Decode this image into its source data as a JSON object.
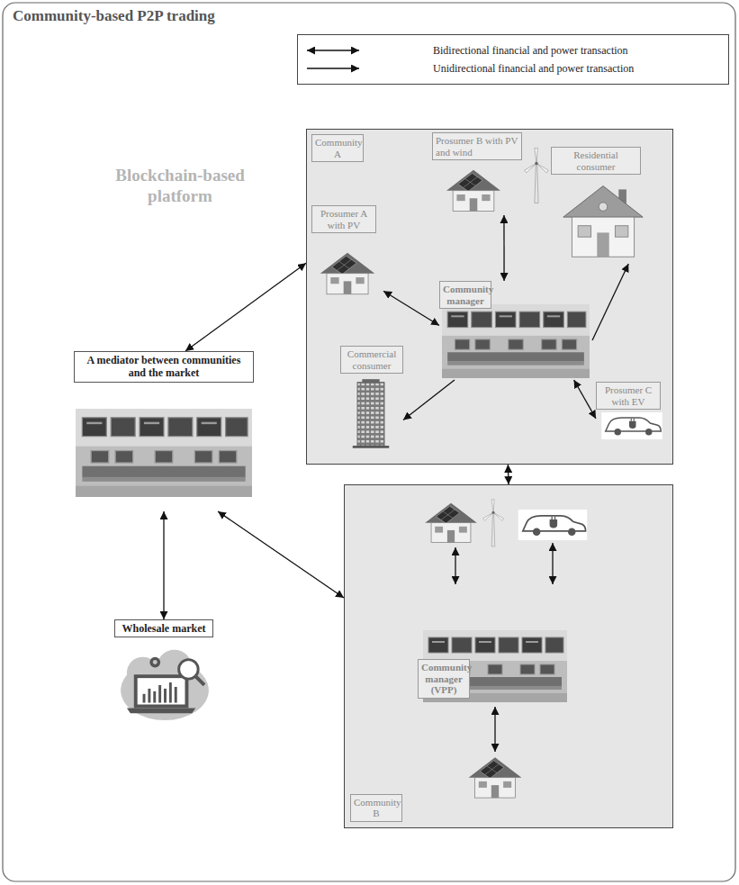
{
  "diagram": {
    "title": "Community-based P2P trading",
    "nodes": [
      {
        "text": [
          "Community A"
        ]
      },
      {
        "text": [
          "Prosumer B with PV and wind"
        ],
        "in": 0
      },
      {
        "text": [
          "Residential consumer"
        ],
        "in": 0
      },
      {
        "text": [
          "Prosumer A with PV"
        ],
        "in": 0
      },
      {
        "text": [
          "Community manager"
        ],
        "in": 0
      },
      {
        "text": [
          "Commercial consumer"
        ],
        "in": 0
      },
      {
        "text": [
          "Prosumer C with EV"
        ],
        "in": 0
      },
      {
        "text": [
          "A mediator between communities and the market"
        ]
      },
      {
        "text": [
          "Community B"
        ]
      },
      {
        "text": [
          "Community manager (VPP)"
        ],
        "in": 8
      },
      {
        "text": [
          "Wholesale market"
        ]
      }
    ],
    "edges": [
      {
        "from": 7,
        "to": 0,
        "arrow": "both"
      },
      {
        "from": 0,
        "to": 8,
        "arrow": "both"
      },
      {
        "from": 7,
        "to": 8,
        "arrow": "both"
      },
      {
        "from": 7,
        "to": 10,
        "arrow": "both"
      },
      {
        "from": 1,
        "to": 4,
        "arrow": "both"
      },
      {
        "from": 3,
        "to": 4,
        "arrow": "both"
      },
      {
        "from": 4,
        "to": 2,
        "arrow": "to"
      },
      {
        "from": 4,
        "to": 5,
        "arrow": "to"
      },
      {
        "from": 6,
        "to": 4,
        "arrow": "both"
      }
    ],
    "labels": [
      "Blockchain-based platform"
    ],
    "legend": [
      {
        "text": "Bidirectional financial and power transaction"
      },
      {
        "text": "Unidirectional financial and power transaction"
      }
    ]
  }
}
